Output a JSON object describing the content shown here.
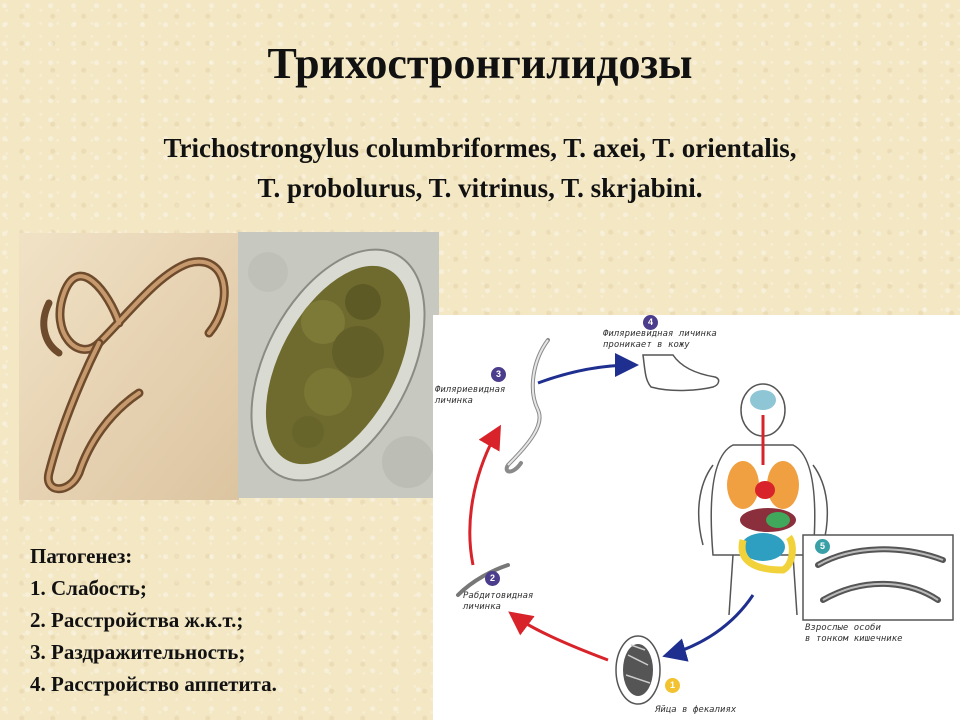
{
  "title": "Трихостронгилидозы",
  "subtitle": {
    "line1": "Trichostrongylus columbriformes, T. axei, T. orientalis,",
    "line2": "T. probolurus, T. vitrinus, T. skrjabini."
  },
  "pathogenesis": {
    "heading": "Патогенез:",
    "items": [
      "1. Слабость;",
      "2. Расстройства ж.к.т.;",
      "3. Раздражительность;",
      "4. Расстройство аппетита."
    ]
  },
  "life_cycle": {
    "stages": [
      {
        "number": "1",
        "color": "#f2c230",
        "label_lines": [
          "Яйца в фекалиях"
        ]
      },
      {
        "number": "2",
        "color": "#4b3d8c",
        "label_lines": [
          "Рабдитовидная",
          "личинка"
        ]
      },
      {
        "number": "3",
        "color": "#4b3d8c",
        "label_lines": [
          "Филяриевидная",
          "личинка"
        ]
      },
      {
        "number": "4",
        "color": "#4b3d8c",
        "label_lines": [
          "Филяриевидная личинка",
          "проникает в кожу"
        ]
      },
      {
        "number": "5",
        "color": "#3aa0a8",
        "label_lines": [
          "Взрослые особи",
          "в тонком кишечнике"
        ]
      }
    ],
    "arrow_colors": {
      "external": "#d8232a",
      "host": "#1f2f8f"
    }
  }
}
